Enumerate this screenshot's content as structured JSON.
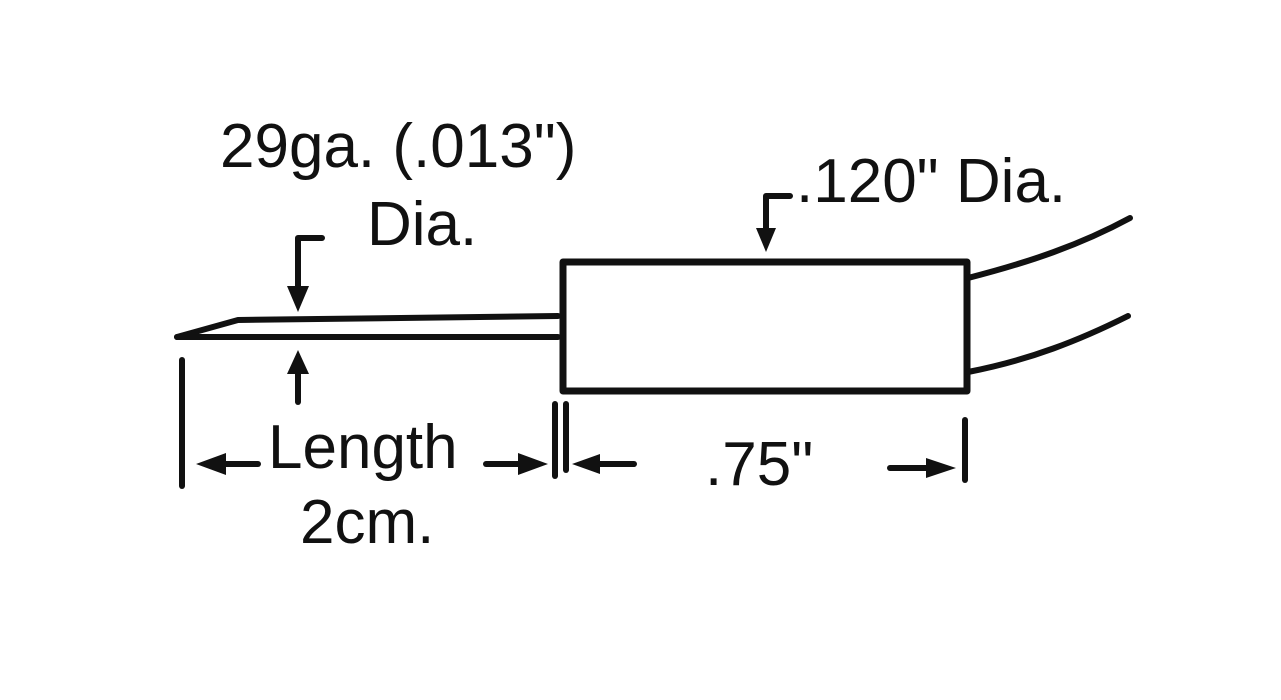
{
  "labels": {
    "needle_gauge": "29ga. (.013\")",
    "needle_dia": "Dia.",
    "body_dia": ".120\" Dia.",
    "length_word": "Length",
    "length_value": "2cm.",
    "body_length": ".75\""
  },
  "colors": {
    "ink": "#111111",
    "background": "#ffffff"
  }
}
